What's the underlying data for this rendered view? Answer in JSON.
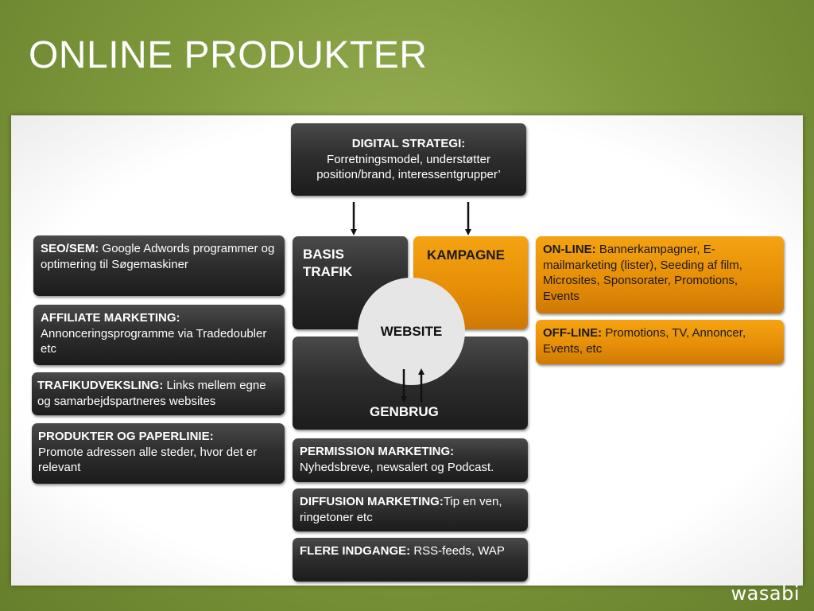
{
  "title": "ONLINE PRODUKTER",
  "strategy": {
    "heading": "DIGITAL STRATEGI:",
    "line1": "Forretningsmodel, understøtter",
    "line2": "position/brand, interessentgrupper’"
  },
  "center": {
    "basis": "BASIS TRAFIK",
    "kampagne": "KAMPAGNE",
    "website": "WEBSITE",
    "genbrug": "GENBRUG"
  },
  "left_items": [
    {
      "label": "SEO/SEM:",
      "text": "Google Adwords programmer og optimering til Søgemaskiner"
    },
    {
      "label": "AFFILIATE MARKETING:",
      "text": "Annonceringsprogramme via Tradedoubler etc"
    },
    {
      "label": "TRAFIKUDVEKSLING:",
      "text": "Links mellem egne og samarbejdspartneres websites"
    },
    {
      "label": "PRODUKTER OG PAPERLINIE:",
      "text": "Promote adressen alle steder, hvor det er relevant"
    }
  ],
  "bottom_items": [
    {
      "label": "PERMISSION MARKETING:",
      "text": "Nyhedsbreve, newsalert og Podcast."
    },
    {
      "label": "DIFFUSION MARKETING:",
      "text": "Tip en ven, ringetoner etc"
    },
    {
      "label": "FLERE INDGANGE:",
      "text": "RSS-feeds, WAP"
    }
  ],
  "right_items": [
    {
      "label": "ON-LINE:",
      "text": "Bannerkampagner, E-mailmarketing (lister), Seeding af film, Microsites, Sponsorater, Promotions, Events"
    },
    {
      "label": "OFF-LINE:",
      "text": "Promotions, TV, Annoncer, Events, etc"
    }
  ],
  "logo": "wasabi",
  "colors": {
    "background": "#7f9a3c",
    "dark_box": "#2e2e2e",
    "orange_box": "#e78f07",
    "circle": "#e6e6e6"
  }
}
